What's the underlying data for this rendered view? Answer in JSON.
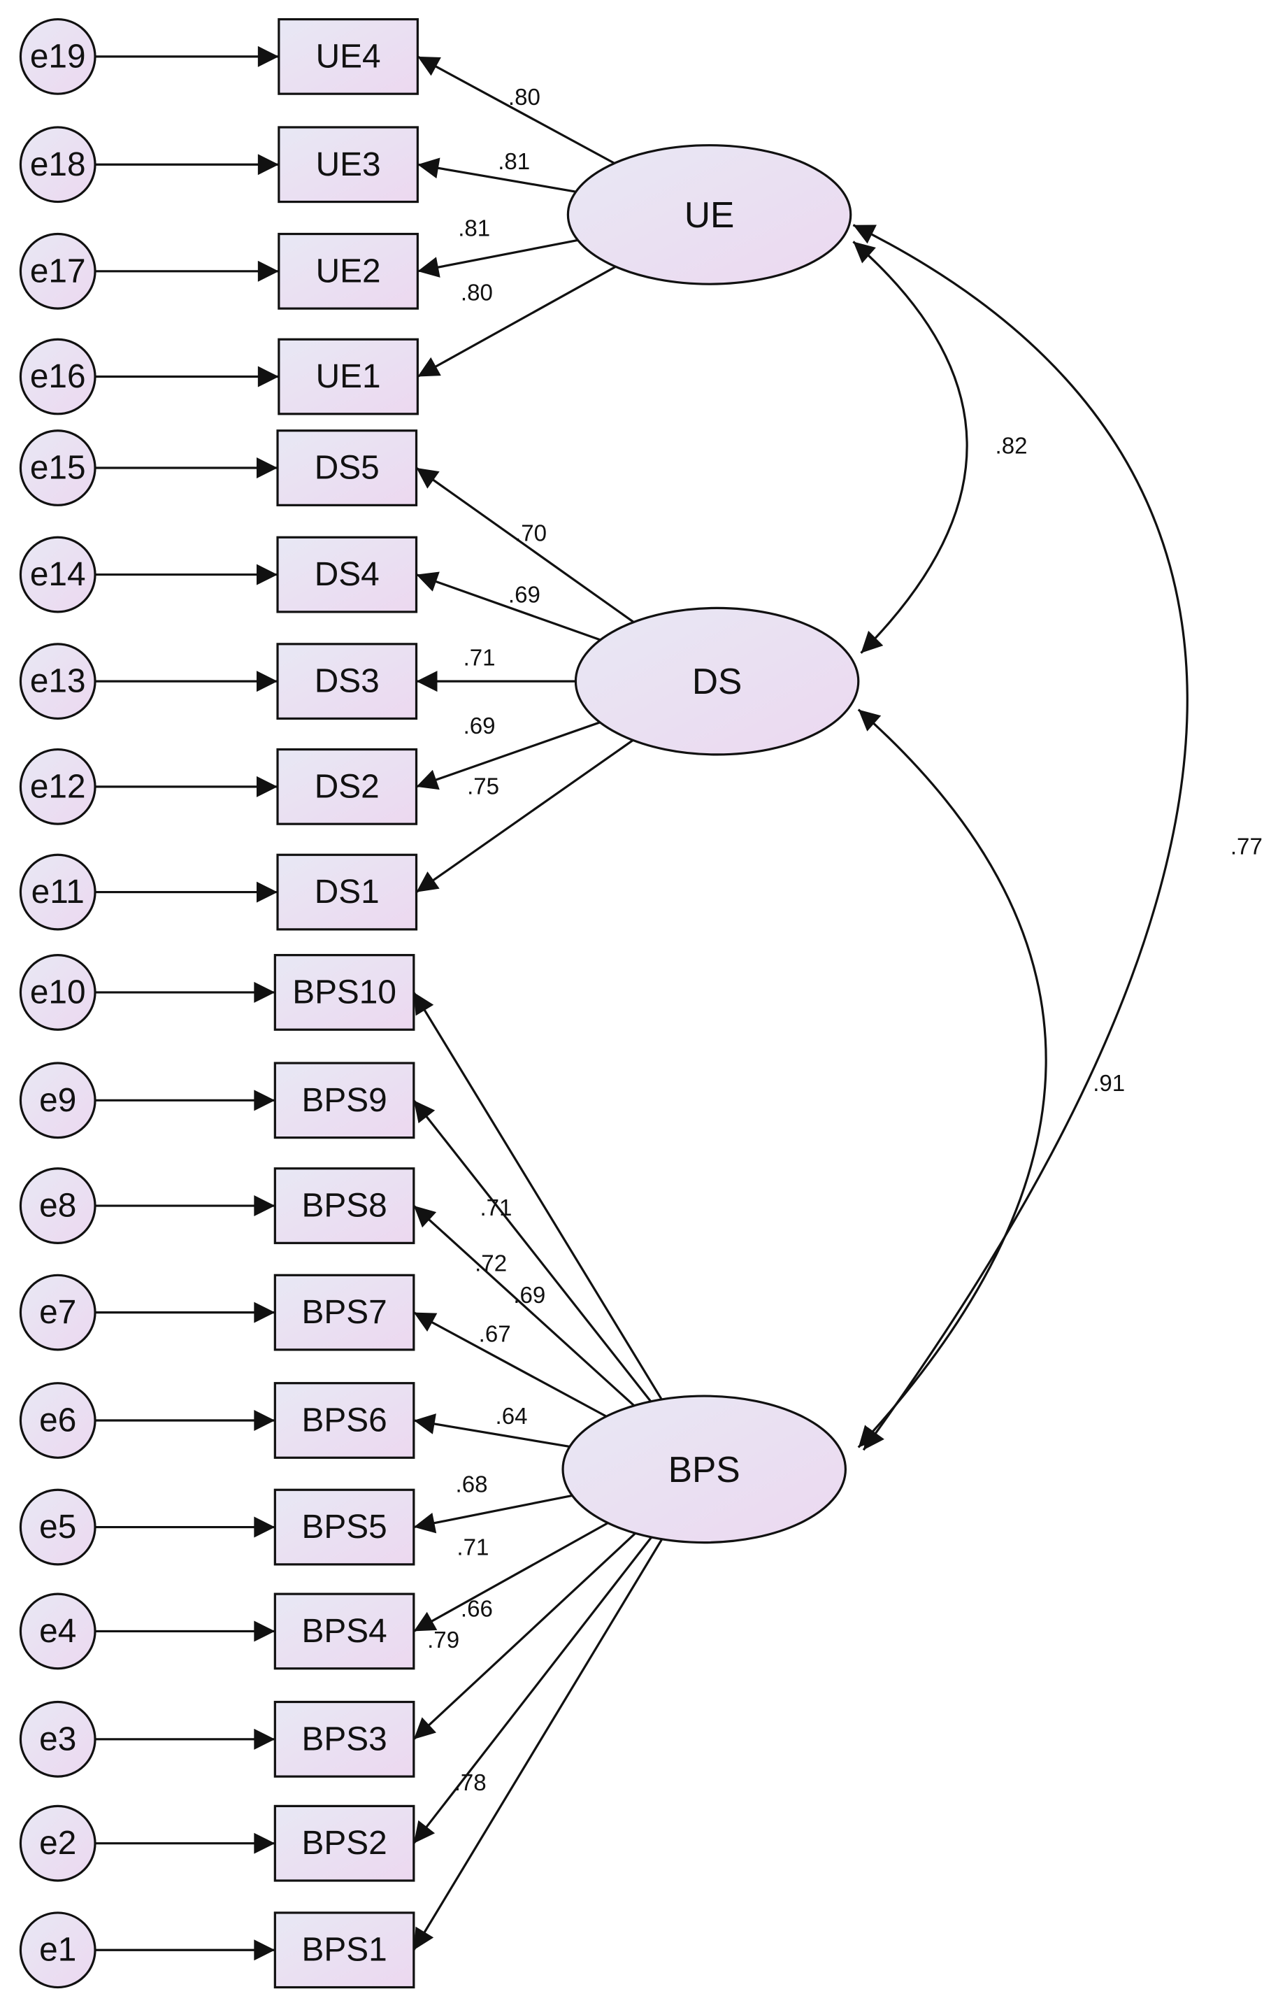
{
  "colors": {
    "shape_fill_start": "#e8e8f4",
    "shape_fill_end": "#ecd8f0",
    "stroke": "#111111",
    "text": "#111111"
  },
  "errors": [
    {
      "id": "e1",
      "label": "e1",
      "indicator": "BPS1"
    },
    {
      "id": "e2",
      "label": "e2",
      "indicator": "BPS2"
    },
    {
      "id": "e3",
      "label": "e3",
      "indicator": "BPS3"
    },
    {
      "id": "e4",
      "label": "e4",
      "indicator": "BPS4"
    },
    {
      "id": "e5",
      "label": "e5",
      "indicator": "BPS5"
    },
    {
      "id": "e6",
      "label": "e6",
      "indicator": "BPS6"
    },
    {
      "id": "e7",
      "label": "e7",
      "indicator": "BPS7"
    },
    {
      "id": "e8",
      "label": "e8",
      "indicator": "BPS8"
    },
    {
      "id": "e9",
      "label": "e9",
      "indicator": "BPS9"
    },
    {
      "id": "e10",
      "label": "e10",
      "indicator": "BPS10"
    },
    {
      "id": "e11",
      "label": "e11",
      "indicator": "DS1"
    },
    {
      "id": "e12",
      "label": "e12",
      "indicator": "DS2"
    },
    {
      "id": "e13",
      "label": "e13",
      "indicator": "DS3"
    },
    {
      "id": "e14",
      "label": "e14",
      "indicator": "DS4"
    },
    {
      "id": "e15",
      "label": "e15",
      "indicator": "DS5"
    },
    {
      "id": "e16",
      "label": "e16",
      "indicator": "UE1"
    },
    {
      "id": "e17",
      "label": "e17",
      "indicator": "UE2"
    },
    {
      "id": "e18",
      "label": "e18",
      "indicator": "UE3"
    },
    {
      "id": "e19",
      "label": "e19",
      "indicator": "UE4"
    }
  ],
  "indicators": [
    {
      "id": "UE4",
      "label": "UE4",
      "factor": "UE",
      "loading": ".80"
    },
    {
      "id": "UE3",
      "label": "UE3",
      "factor": "UE",
      "loading": ".81"
    },
    {
      "id": "UE2",
      "label": "UE2",
      "factor": "UE",
      "loading": ".81"
    },
    {
      "id": "UE1",
      "label": "UE1",
      "factor": "UE",
      "loading": ".80"
    },
    {
      "id": "DS5",
      "label": "DS5",
      "factor": "DS",
      "loading": ".70"
    },
    {
      "id": "DS4",
      "label": "DS4",
      "factor": "DS",
      "loading": ".69"
    },
    {
      "id": "DS3",
      "label": "DS3",
      "factor": "DS",
      "loading": ".71"
    },
    {
      "id": "DS2",
      "label": "DS2",
      "factor": "DS",
      "loading": ".69"
    },
    {
      "id": "DS1",
      "label": "DS1",
      "factor": "DS",
      "loading": ".75"
    },
    {
      "id": "BPS10",
      "label": "BPS10",
      "factor": "BPS",
      "loading": ".71"
    },
    {
      "id": "BPS9",
      "label": "BPS9",
      "factor": "BPS",
      "loading": ".72"
    },
    {
      "id": "BPS8",
      "label": "BPS8",
      "factor": "BPS",
      "loading": ".69"
    },
    {
      "id": "BPS7",
      "label": "BPS7",
      "factor": "BPS",
      "loading": ".67"
    },
    {
      "id": "BPS6",
      "label": "BPS6",
      "factor": "BPS",
      "loading": ".64"
    },
    {
      "id": "BPS5",
      "label": "BPS5",
      "factor": "BPS",
      "loading": ".68"
    },
    {
      "id": "BPS4",
      "label": "BPS4",
      "factor": "BPS",
      "loading": ".71"
    },
    {
      "id": "BPS3",
      "label": "BPS3",
      "factor": "BPS",
      "loading": ".66"
    },
    {
      "id": "BPS2",
      "label": "BPS2",
      "factor": "BPS",
      "loading": ".79"
    },
    {
      "id": "BPS1",
      "label": "BPS1",
      "factor": "BPS",
      "loading": ".78"
    }
  ],
  "factors": [
    {
      "id": "UE",
      "label": "UE"
    },
    {
      "id": "DS",
      "label": "DS"
    },
    {
      "id": "BPS",
      "label": "BPS"
    }
  ],
  "correlations": [
    {
      "from": "UE",
      "to": "DS",
      "value": ".82"
    },
    {
      "from": "DS",
      "to": "BPS",
      "value": ".91"
    },
    {
      "from": "UE",
      "to": "BPS",
      "value": ".77"
    }
  ]
}
